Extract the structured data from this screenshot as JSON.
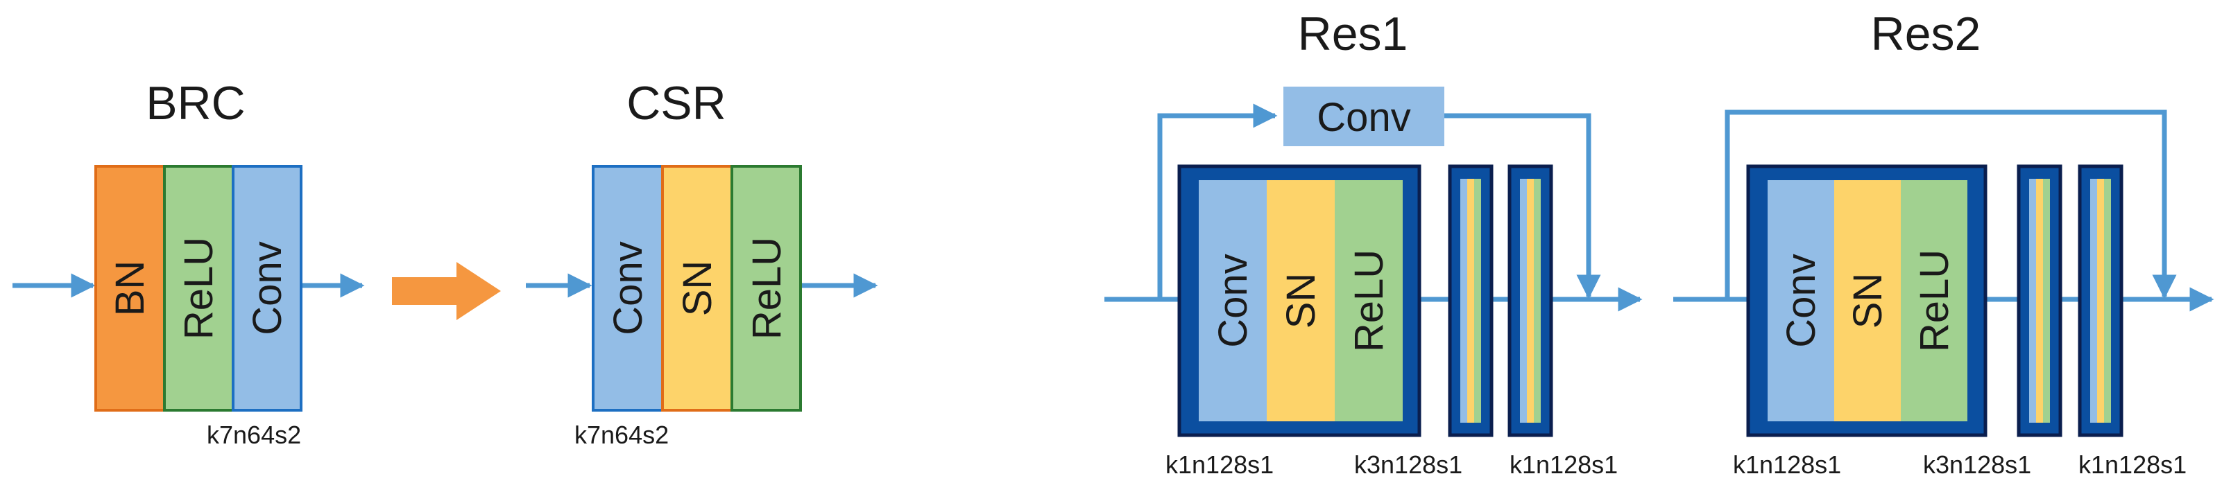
{
  "brc": {
    "title": "BRC",
    "layers": [
      "BN",
      "ReLU",
      "Conv"
    ],
    "caption": "k7n64s2"
  },
  "csr": {
    "title": "CSR",
    "layers": [
      "Conv",
      "SN",
      "ReLU"
    ],
    "caption": "k7n64s2"
  },
  "res1": {
    "title": "Res1",
    "skip_label": "Conv",
    "layers": [
      "Conv",
      "SN",
      "ReLU"
    ],
    "captions": [
      "k1n128s1",
      "k3n128s1",
      "k1n128s1"
    ]
  },
  "res2": {
    "title": "Res2",
    "layers": [
      "Conv",
      "SN",
      "ReLU"
    ],
    "captions": [
      "k1n128s1",
      "k3n128s1",
      "k1n128s1"
    ]
  },
  "colors": {
    "arrow_blue": "#4f98d2",
    "arrow_orange": "#f59740",
    "bn_orange": "#f59740",
    "conv_blue": "#93bde6",
    "sn_yellow": "#fdd36a",
    "relu_green": "#a1d190",
    "frame_navy": "#0b4fa0"
  }
}
